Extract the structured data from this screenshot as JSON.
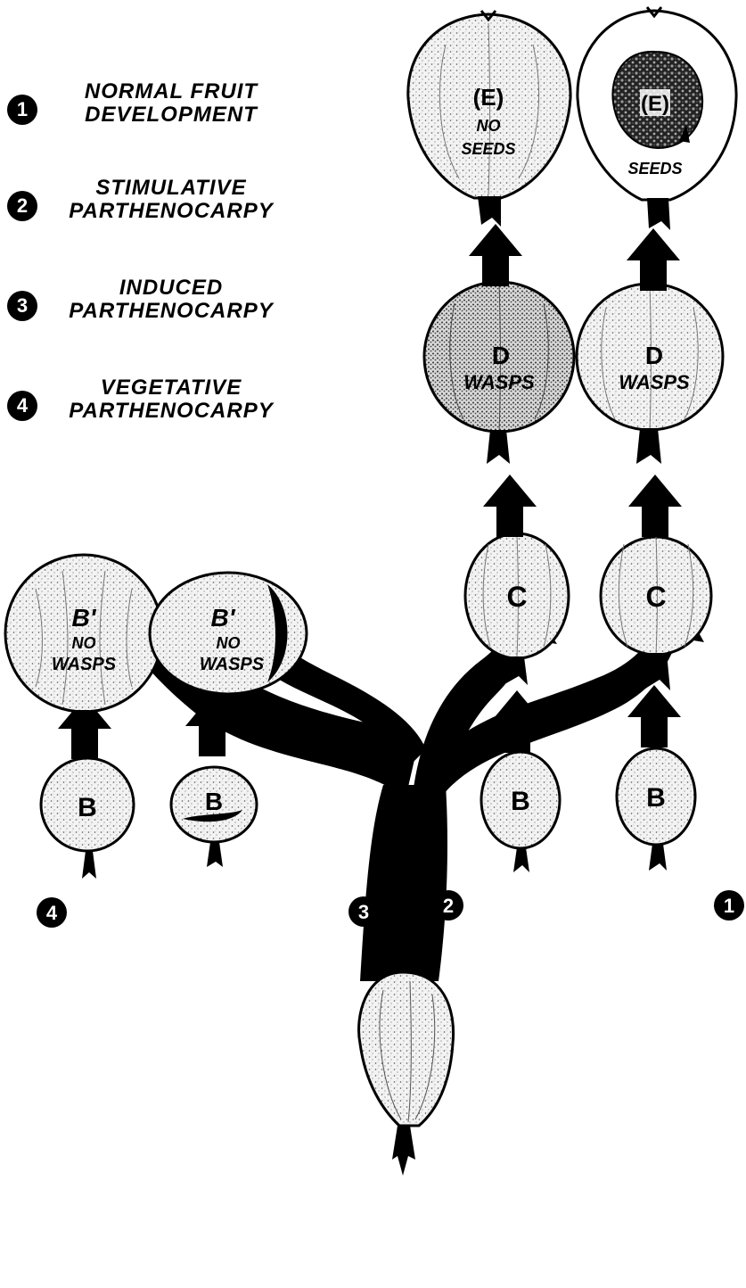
{
  "legend": [
    {
      "number": "1",
      "line1": "NORMAL FRUIT",
      "line2": "DEVELOPMENT"
    },
    {
      "number": "2",
      "line1": "STIMULATIVE",
      "line2": "PARTHENOCARPY"
    },
    {
      "number": "3",
      "line1": "INDUCED",
      "line2": "PARTHENOCARPY"
    },
    {
      "number": "4",
      "line1": "VEGETATIVE",
      "line2": "PARTHENOCARPY"
    }
  ],
  "path_markers": {
    "p1": "1",
    "p2": "2",
    "p3": "3",
    "p4": "4"
  },
  "fruits": {
    "col4_b": {
      "label": "B"
    },
    "col4_bprime": {
      "label": "B'",
      "line2": "NO",
      "line3": "WASPS"
    },
    "col3_b": {
      "label": "B"
    },
    "col3_bprime": {
      "label": "B'",
      "line2": "NO",
      "line3": "WASPS"
    },
    "col2_b": {
      "label": "B"
    },
    "col2_c": {
      "label": "C"
    },
    "col2_d": {
      "label": "D",
      "line2": "WASPS"
    },
    "col2_e": {
      "label": "(E)",
      "line2": "NO",
      "line3": "SEEDS"
    },
    "col1_b": {
      "label": "B"
    },
    "col1_c": {
      "label": "C"
    },
    "col1_d": {
      "label": "D",
      "line2": "WASPS"
    },
    "col1_e": {
      "label": "(E)",
      "line2": "SEEDS"
    }
  },
  "colors": {
    "ink": "#000000",
    "fruit_fill": "#f3f3f3",
    "speckle": "#555555"
  }
}
